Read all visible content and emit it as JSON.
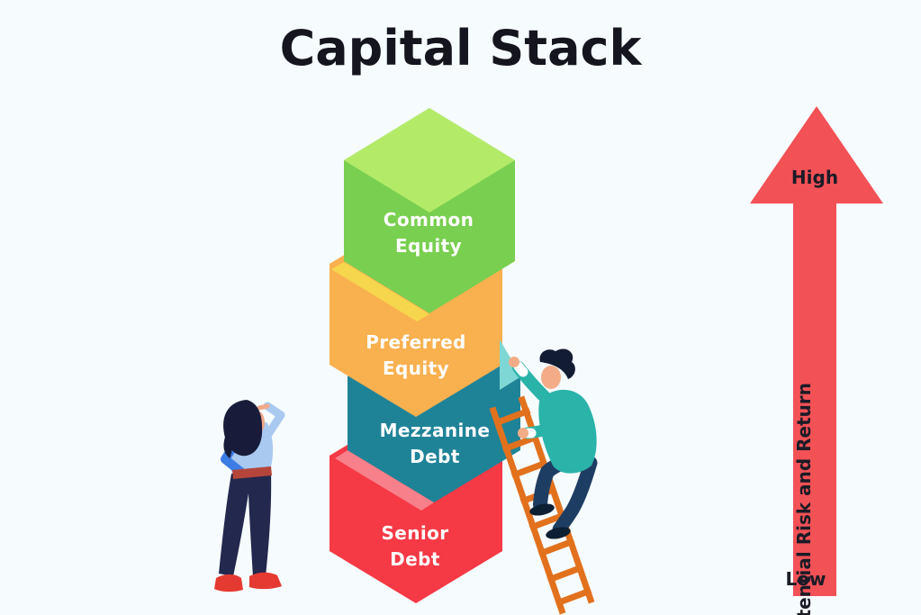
{
  "title": "Capital Stack",
  "background_color": "#f6fbfd",
  "stack": {
    "layers": [
      {
        "name": "Common Equity",
        "lines": [
          "Common",
          "Equity"
        ],
        "front_color": "#79cf50",
        "top_color": "#b3eb68"
      },
      {
        "name": "Preferred Equity",
        "lines": [
          "Preferred",
          "Equity"
        ],
        "front_color": "#f9b04f",
        "top_color": "#f6d64d"
      },
      {
        "name": "Mezzanine Debt",
        "lines": [
          "Mezzanine",
          "Debt"
        ],
        "front_color": "#1f8398",
        "top_color": "#7ed7d4"
      },
      {
        "name": "Senior Debt",
        "lines": [
          "Senior",
          "Debt"
        ],
        "front_color": "#f53945",
        "top_color": "#f7808a"
      }
    ],
    "label_text_color": "#ffffff"
  },
  "risk_axis": {
    "high_label": "High",
    "low_label": "Low",
    "axis_label": "Potential Risk and Return",
    "arrow_color": "#f25156",
    "text_color": "#1b1b26"
  },
  "illustrations": {
    "ladder_color": "#e2711d",
    "climber": {
      "sweater_color": "#2ab3a9",
      "pants_color": "#1e3d62",
      "shoe_color": "#0d2033"
    },
    "thinker": {
      "shirt_color": "#a9c9f1",
      "sleeve_color": "#3d7ce4",
      "pants_color": "#23284e",
      "shoe_color": "#e53a31",
      "belt_color": "#b5453a"
    }
  }
}
